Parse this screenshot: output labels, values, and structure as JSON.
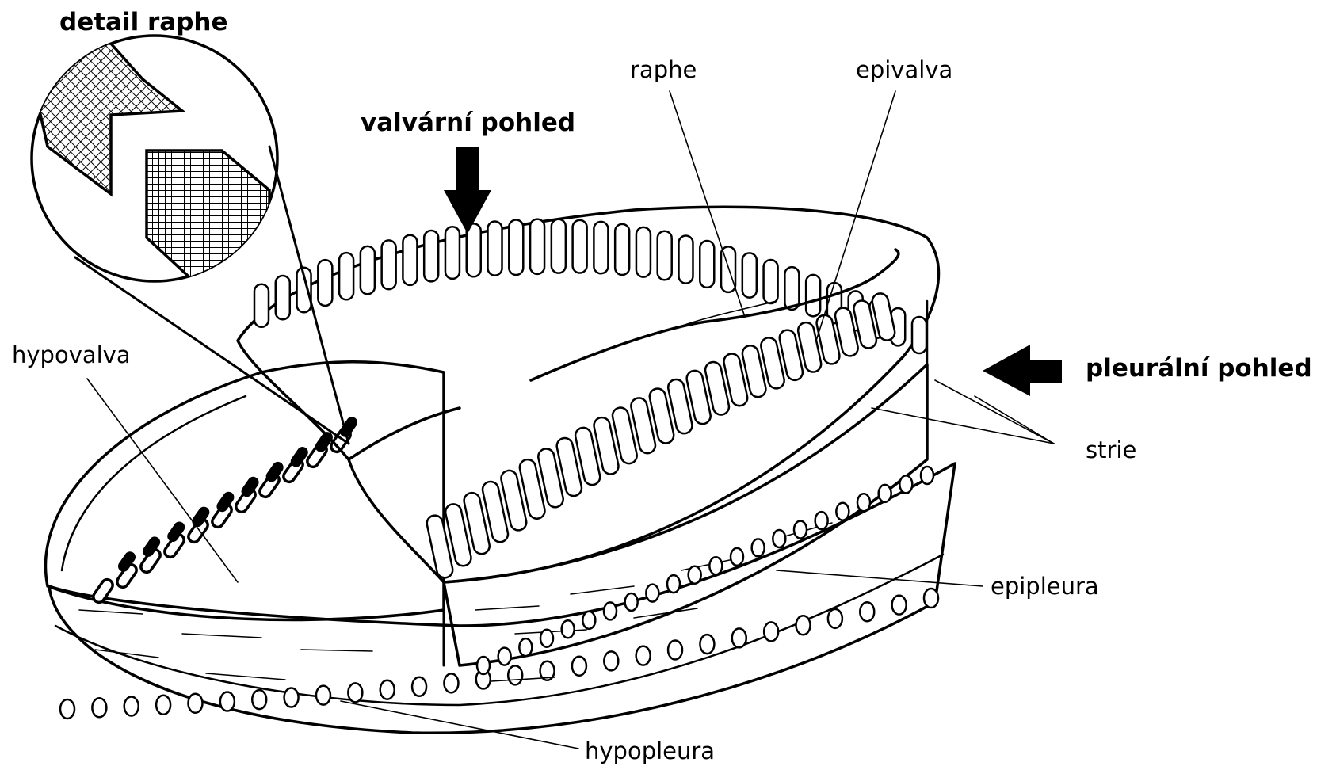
{
  "labels": {
    "detail_raphe": "detail raphe",
    "valvarni_pohled": "valvární pohled",
    "raphe": "raphe",
    "epivalva": "epivalva",
    "hypovalva": "hypovalva",
    "pleuralni_pohled": "pleurální pohled",
    "strie": "strie",
    "epipleura": "epipleura",
    "hypopleura": "hypopleura"
  },
  "colors": {
    "ink": "#000000",
    "background": "#ffffff"
  }
}
